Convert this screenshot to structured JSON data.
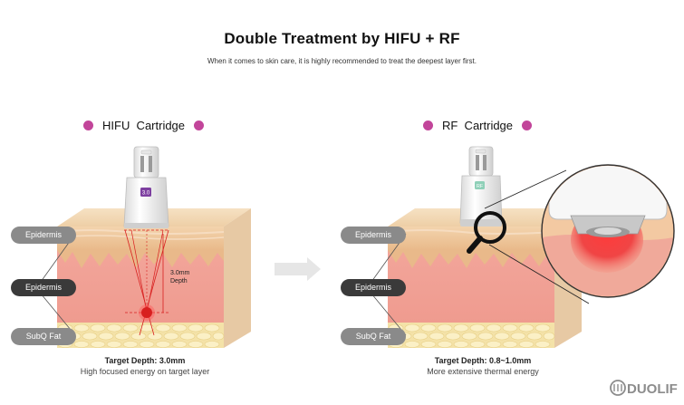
{
  "title": "Double Treatment by HIFU + RF",
  "subtitle": "When it comes to skin care, it is highly recommended to treat the deepest layer first.",
  "left": {
    "heading": "HIFU  Cartridge",
    "cartridge_label": "3.0",
    "layers": [
      "Epidermis",
      "Epidermis",
      "SubQ Fat"
    ],
    "depth_label_1": "3.0mm",
    "depth_label_2": "Depth",
    "caption_bold": "Target Depth: 3.0mm",
    "caption": "High focused energy on target layer"
  },
  "right": {
    "heading": "RF  Cartridge",
    "cartridge_label": "RF",
    "layers": [
      "Epidermis",
      "Epidermis",
      "SubQ Fat"
    ],
    "caption_bold": "Target Depth: 0.8~1.0mm",
    "caption": "More extensive thermal energy"
  },
  "brand": "DUOLIF",
  "colors": {
    "accent_dot": "#c2459a",
    "focus_red": "#d81f1f",
    "arrow_grey": "#e6e6e6"
  }
}
